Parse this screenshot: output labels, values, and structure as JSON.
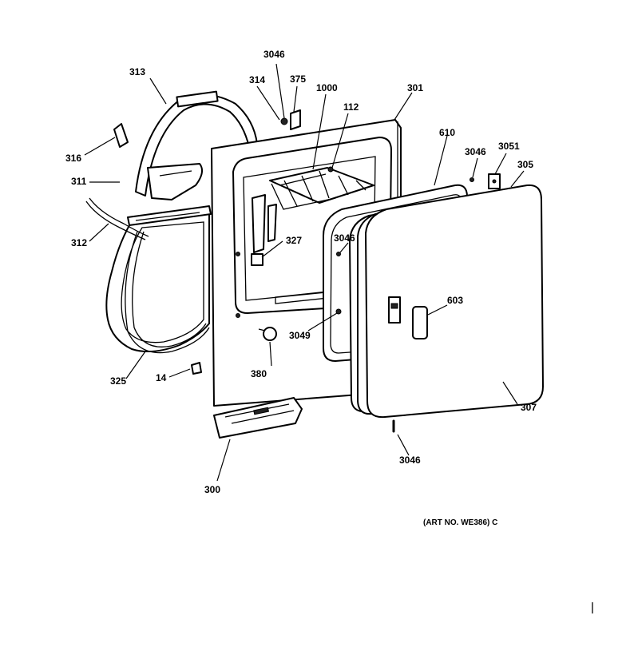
{
  "parts": [
    {
      "id": "p313",
      "label": "313"
    },
    {
      "id": "p3046a",
      "label": "3046"
    },
    {
      "id": "p314",
      "label": "314"
    },
    {
      "id": "p375",
      "label": "375"
    },
    {
      "id": "p1000",
      "label": "1000"
    },
    {
      "id": "p112",
      "label": "112"
    },
    {
      "id": "p301",
      "label": "301"
    },
    {
      "id": "p610",
      "label": "610"
    },
    {
      "id": "p3046b",
      "label": "3046"
    },
    {
      "id": "p3051",
      "label": "3051"
    },
    {
      "id": "p305",
      "label": "305"
    },
    {
      "id": "p316",
      "label": "316"
    },
    {
      "id": "p311",
      "label": "311"
    },
    {
      "id": "p312",
      "label": "312"
    },
    {
      "id": "p327",
      "label": "327"
    },
    {
      "id": "p3046c",
      "label": "3046"
    },
    {
      "id": "p603",
      "label": "603"
    },
    {
      "id": "p3049",
      "label": "3049"
    },
    {
      "id": "p380",
      "label": "380"
    },
    {
      "id": "p325",
      "label": "325"
    },
    {
      "id": "p14",
      "label": "14"
    },
    {
      "id": "p307",
      "label": "307"
    },
    {
      "id": "p3046d",
      "label": "3046"
    },
    {
      "id": "p300",
      "label": "300"
    }
  ],
  "art_number": "(ART NO. WE386) C"
}
